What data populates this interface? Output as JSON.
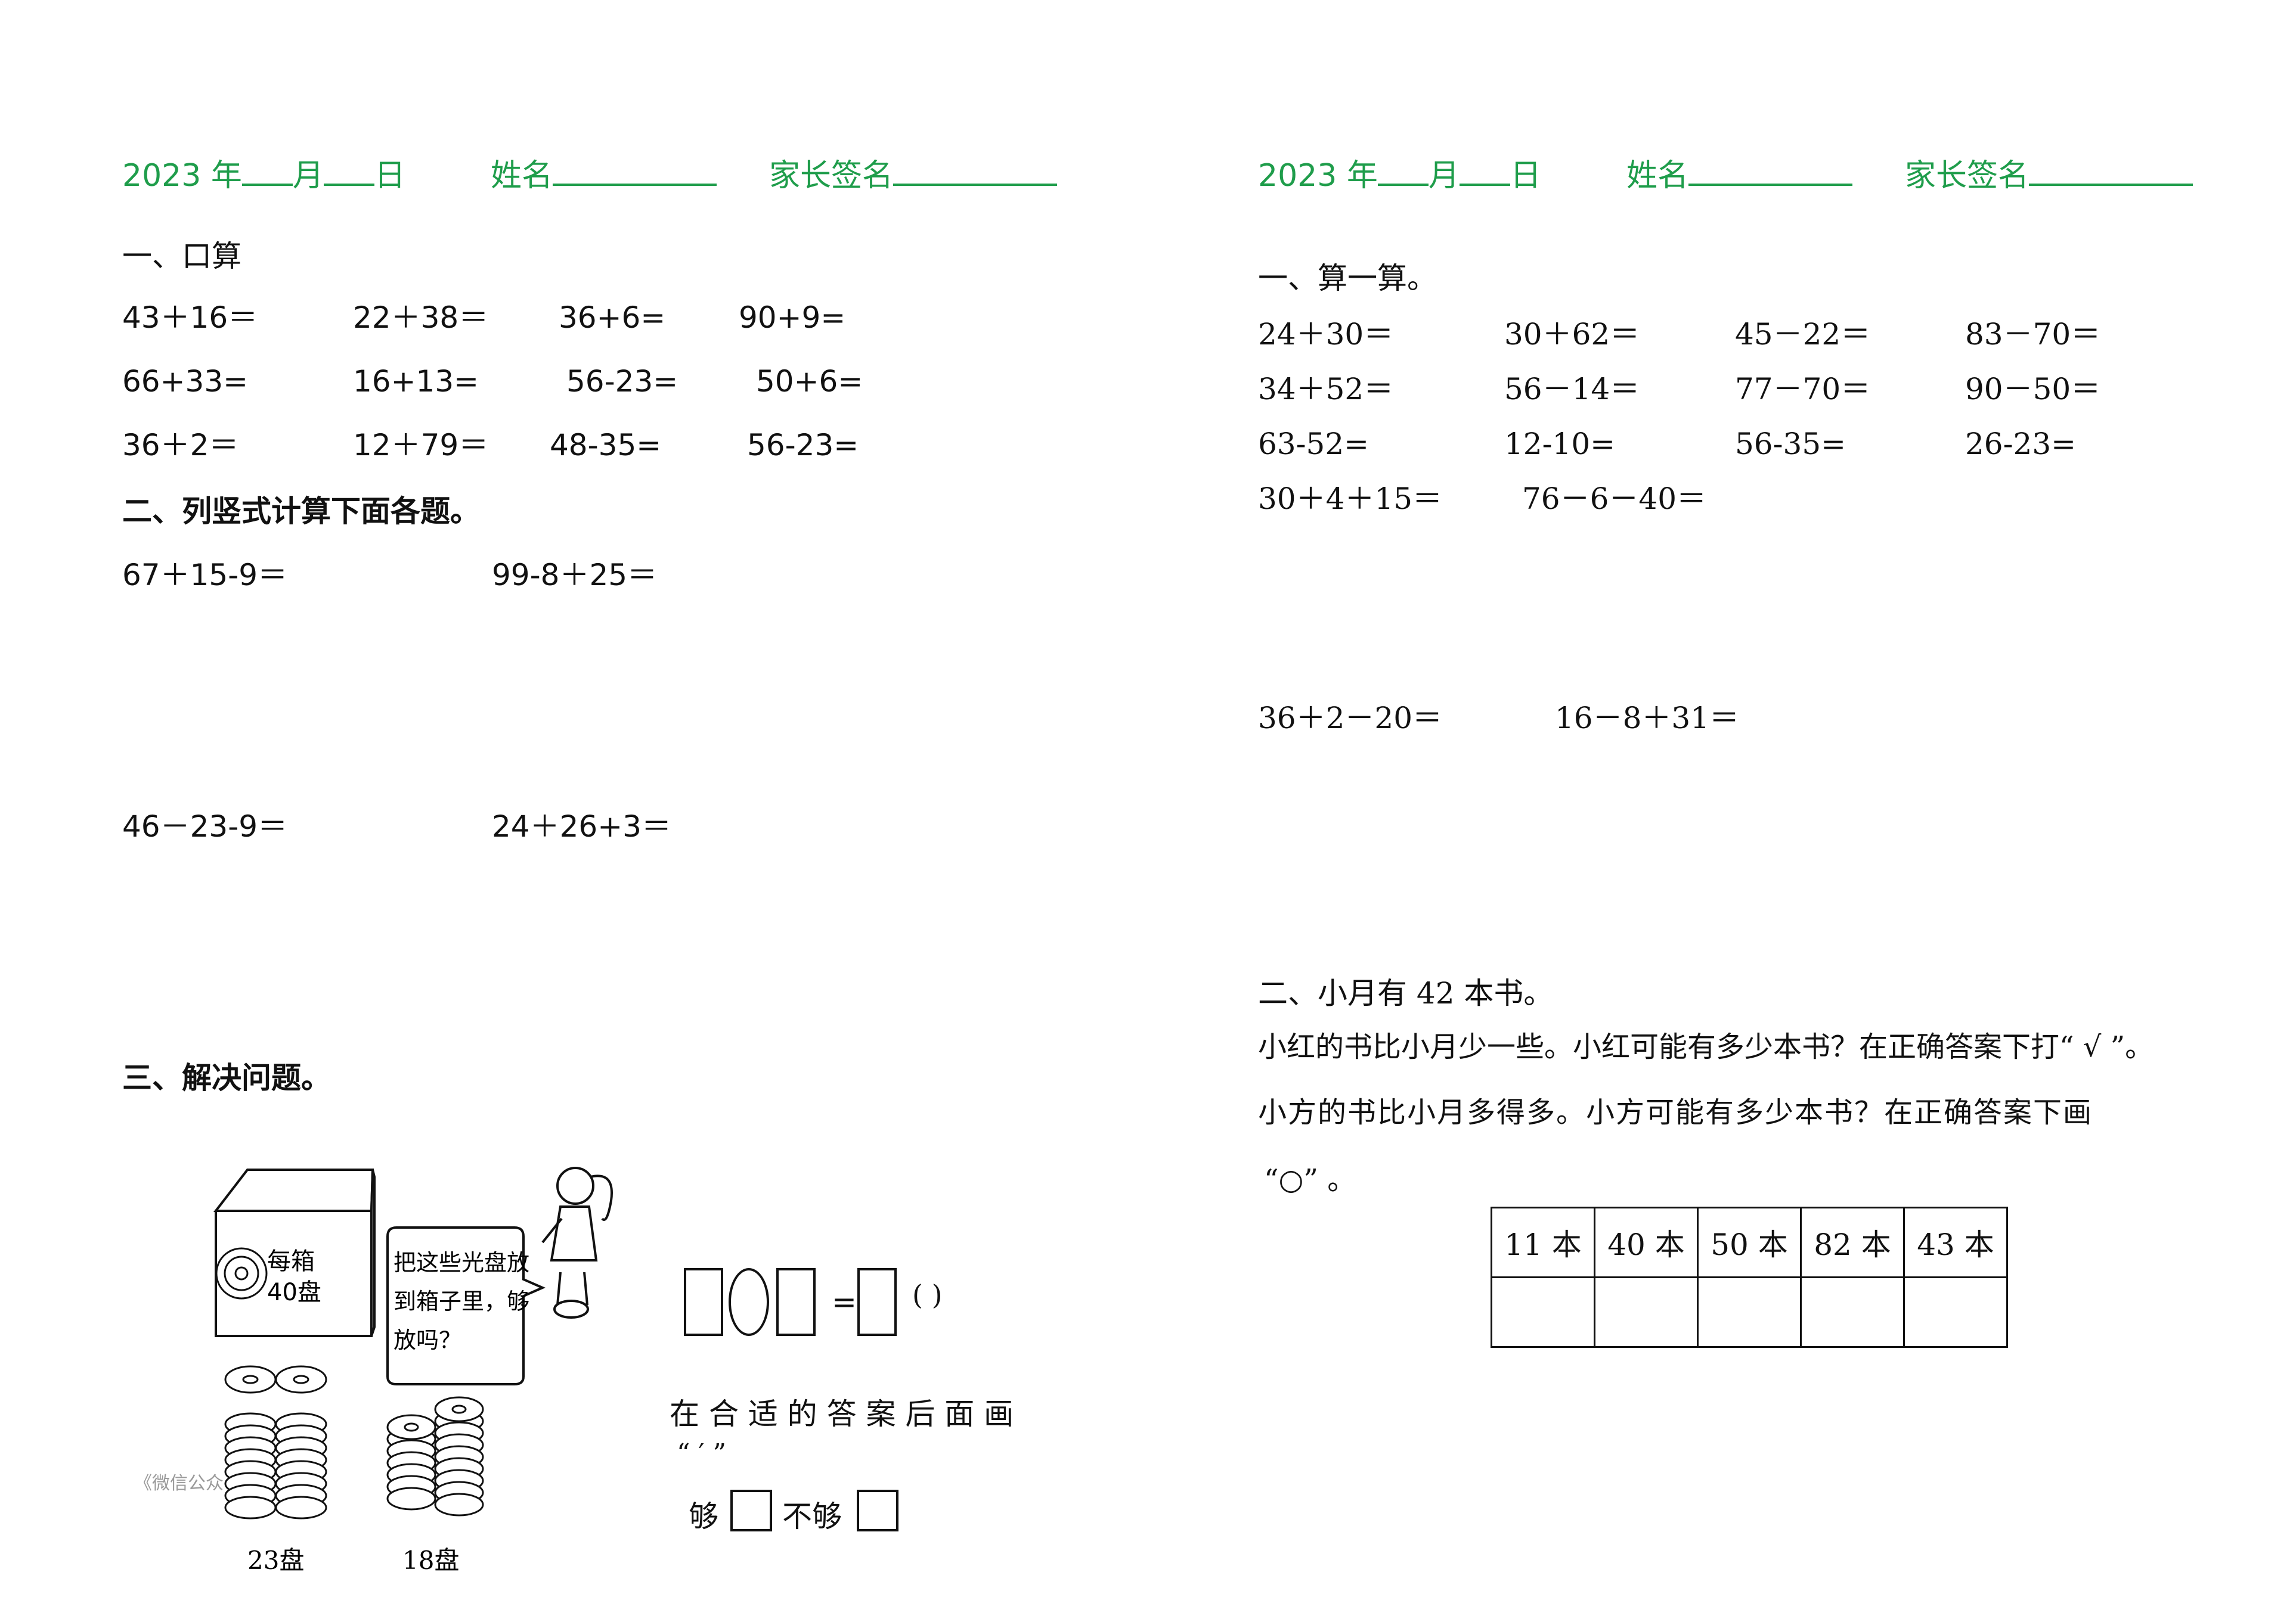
{
  "header": {
    "year": "2023 年",
    "month": "月",
    "day": "日",
    "name": "姓名",
    "parent_sign": "家长签名"
  },
  "left": {
    "sec1_title": "一、口算",
    "oral": [
      [
        "43＋16＝",
        "22＋38＝",
        "36+6=",
        "90+9="
      ],
      [
        "66+33=",
        "16+13=",
        "56-23=",
        "50+6="
      ],
      [
        "36＋2＝",
        "12＋79＝",
        "48-35=",
        "56-23="
      ]
    ],
    "sec2_title": "二、列竖式计算下面各题。",
    "vertical": [
      "67＋15-9＝",
      "99-8＋25＝",
      "46－23-9＝",
      "24＋26+3＝"
    ],
    "sec3_title": "三、解决问题。",
    "illustration": {
      "box_label_line1": "每箱",
      "box_label_line2": "40盘",
      "bubble_line1": "把这些光盘放",
      "bubble_line2": "到箱子里，够",
      "bubble_line3": "放吗？",
      "stack1_label": "23盘",
      "stack2_label": "18盘",
      "watermark": "《微信公众"
    },
    "equation_eq": "=",
    "equation_paren": "(    )",
    "instruction_line1": "在 合 适 的 答 案 后 面 画",
    "instruction_line2": "“ ′ ”",
    "enough": "够",
    "not_enough": "不够"
  },
  "right": {
    "sec1_title": "一、算一算。",
    "calc": [
      [
        "24＋30＝",
        "30＋62＝",
        "45－22＝",
        "83－70＝"
      ],
      [
        "34＋52＝",
        "56－14＝",
        "77－70＝",
        "90－50＝"
      ],
      [
        "63-52=",
        "12-10=",
        "56-35=",
        "26-23="
      ],
      [
        "30＋4＋15＝",
        "76－6－40＝"
      ]
    ],
    "calc2": [
      "36＋2－20＝",
      "16－8＋31＝"
    ],
    "sec2_title": "二、小月有 42 本书。",
    "q1": "小红的书比小月少一些。小红可能有多少本书？在正确答案下打“ √ ”。",
    "q2": "小方的书比小月多得多。小方可能有多少本书？在正确答案下画",
    "q2_end": "“○” 。",
    "table_headers": [
      "11 本",
      "40 本",
      "50 本",
      "82 本",
      "43 本"
    ]
  }
}
